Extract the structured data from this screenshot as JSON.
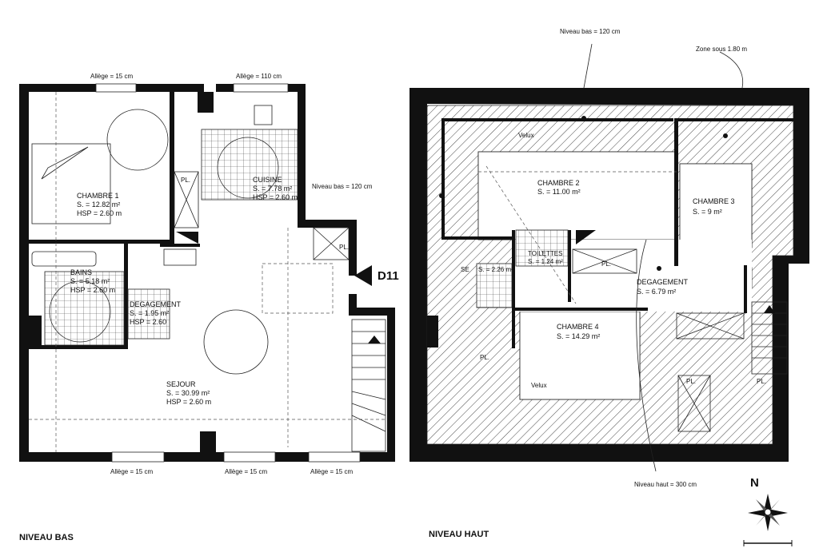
{
  "levels": {
    "low": "NIVEAU BAS",
    "high": "NIVEAU HAUT"
  },
  "unit_label": "D11",
  "compass": "N",
  "low_level": {
    "allege_top_left": "Allège = 15 cm",
    "allege_top_right": "Allège = 110 cm",
    "allege_bottom_1": "Allège = 15 cm",
    "allege_bottom_2": "Allège = 15 cm",
    "allege_bottom_3": "Allège = 15 cm",
    "niveau_bas": "Niveau bas = 120 cm",
    "rooms": {
      "chambre1": {
        "name": "CHAMBRE 1",
        "area": "S. = 12.82 m²",
        "hsp": "HSP = 2.60 m"
      },
      "cuisine": {
        "name": "CUISINE",
        "area": "S. = 7.78 m²",
        "hsp": "HSP = 2.60 m"
      },
      "bains": {
        "name": "BAINS",
        "area": "S. = 5.18 m²",
        "hsp": "HSP = 2.60 m"
      },
      "degagement": {
        "name": "DEGAGEMENT",
        "area": "S. = 1.95 m²",
        "hsp": "HSP = 2.60"
      },
      "sejour": {
        "name": "SEJOUR",
        "area": "S. = 30.99 m²",
        "hsp": "HSP = 2.60 m"
      }
    },
    "pl": "PL."
  },
  "high_level": {
    "niveau_bas_top": "Niveau bas = 120 cm",
    "zone_sous": "Zone sous 1.80 m",
    "niveau_haut": "Niveau haut = 300 cm",
    "rooms": {
      "chambre2": {
        "name": "CHAMBRE 2",
        "area": "S. = 11.00 m²"
      },
      "chambre3": {
        "name": "CHAMBRE 3",
        "area": "S. = 9 m²"
      },
      "toilettes": {
        "name": "TOILETTES",
        "area": "S. = 1.24 m²"
      },
      "se": {
        "name": "SE",
        "area": "S. = 2.26 m²"
      },
      "degagement": {
        "name": "DEGAGEMENT",
        "area": "S. = 6.79 m²"
      },
      "chambre4": {
        "name": "CHAMBRE 4",
        "area": "S. = 14.29 m²"
      }
    },
    "pl": "PL.",
    "velux": "Velux"
  }
}
